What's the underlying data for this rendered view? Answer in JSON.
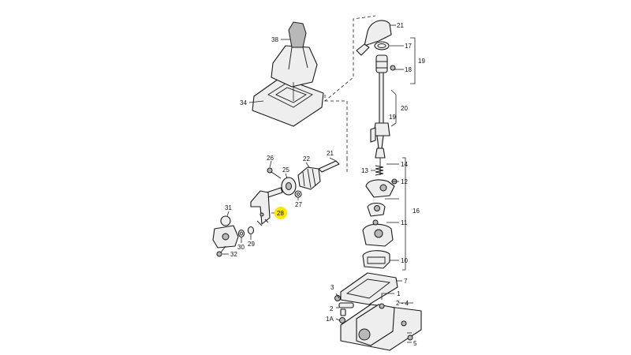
{
  "callouts": {
    "c1": "1",
    "c1A": "1A",
    "c2": "2",
    "c2_4": "2 - 4",
    "c3": "3",
    "c5": "5",
    "c7": "7",
    "c10": "10",
    "c11": "11",
    "c12": "12",
    "c13": "13",
    "c14": "14",
    "c16": "16",
    "c17": "17",
    "c18": "18",
    "c19a": "19",
    "c19b": "19",
    "c20": "20",
    "c21a": "21",
    "c21b": "21",
    "c22": "22",
    "c25": "25",
    "c26": "26",
    "c27": "27",
    "c28": "28",
    "c29": "29",
    "c30": "30",
    "c31": "31",
    "c32": "32",
    "c34": "34",
    "c38": "38"
  },
  "highlight": {
    "part": "28",
    "color": "#ffe600"
  }
}
